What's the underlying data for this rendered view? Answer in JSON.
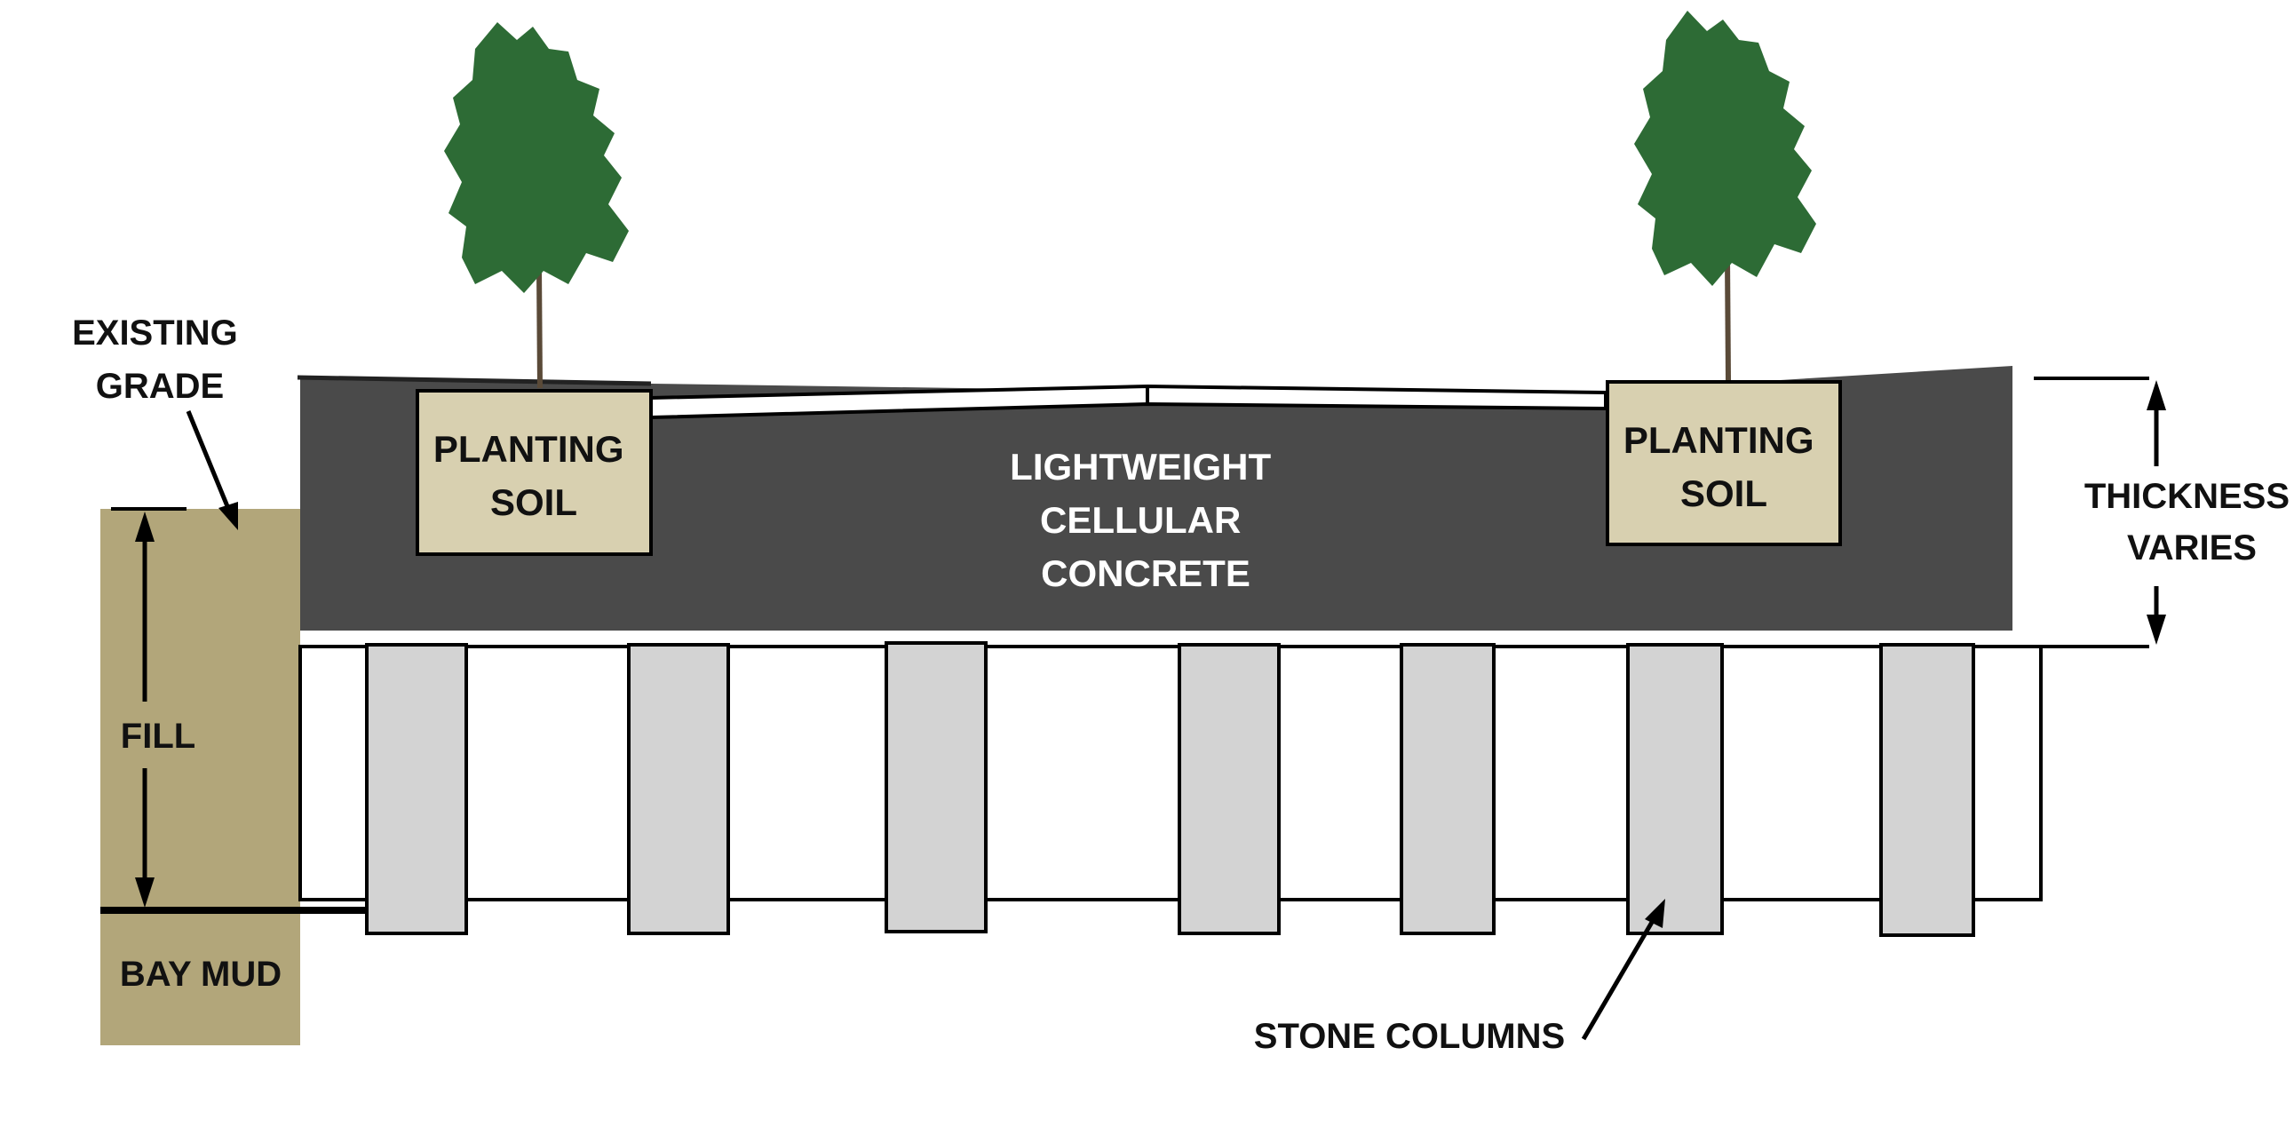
{
  "labels": {
    "existing_grade": [
      "EXISTING",
      "GRADE"
    ],
    "fill": "FILL",
    "bay_mud": "BAY MUD",
    "planting_soil_left": [
      "PLANTING",
      "SOIL"
    ],
    "planting_soil_right": [
      "PLANTING",
      "SOIL"
    ],
    "lightweight_concrete": [
      "LIGHTWEIGHT",
      "CELLULAR",
      "CONCRETE"
    ],
    "thickness_varies": [
      "THICKNESS",
      "VARIES"
    ],
    "stone_columns": "STONE COLUMNS"
  },
  "colors": {
    "concrete": "#4a4a4a",
    "planting_soil": "#d8d0b0",
    "fill_soil": "#b2a67a",
    "stone_column": "#d3d3d3",
    "tree_foliage": "#2d6b35",
    "tree_trunk": "#5a4a38",
    "line": "#000000"
  },
  "icons": {
    "tree": "tree-icon"
  }
}
